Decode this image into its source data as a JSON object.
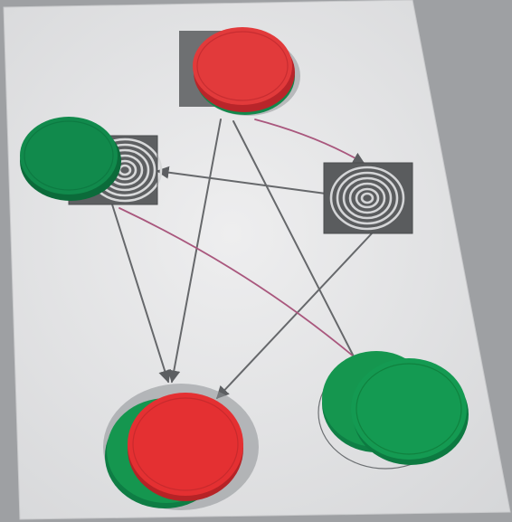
{
  "scene": {
    "colors": {
      "background": "#9a9c9f",
      "paper": "#e4e5e6",
      "arrow": "#6b6d70",
      "arrow_pink": "#b2507e",
      "chip_red": "#df2c2f",
      "chip_green": "#0f8a4b",
      "chip_shadow": "#7d8185"
    },
    "chip_stacks": [
      {
        "id": "top",
        "chips": [
          "green",
          "red",
          "red"
        ]
      },
      {
        "id": "left",
        "chips": [
          "green"
        ]
      },
      {
        "id": "bottom-left",
        "chips": [
          "green",
          "red"
        ]
      },
      {
        "id": "bottom-right",
        "chips": [
          "green",
          "green"
        ]
      }
    ],
    "spiral_images": [
      {
        "id": "image-left"
      },
      {
        "id": "image-right"
      }
    ],
    "arrows": [
      {
        "from": "top",
        "to": "bottom-left",
        "style": "gray"
      },
      {
        "from": "top",
        "to": "bottom-right",
        "style": "gray"
      },
      {
        "from": "top",
        "to": "image-right",
        "style": "pink"
      },
      {
        "from": "image-right",
        "to": "left",
        "style": "gray"
      },
      {
        "from": "image-right",
        "to": "bottom-left",
        "style": "gray"
      },
      {
        "from": "left",
        "to": "bottom-left",
        "style": "gray"
      },
      {
        "from": "left",
        "to": "bottom-right",
        "style": "pink"
      }
    ]
  }
}
